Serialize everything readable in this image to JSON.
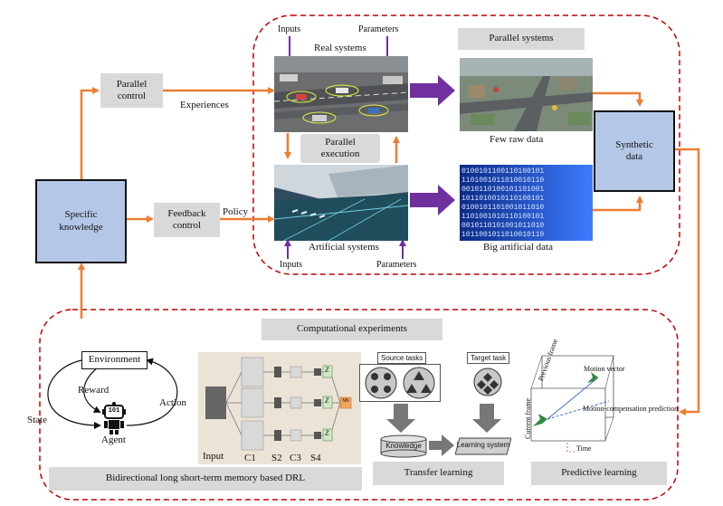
{
  "labels": {
    "parallel_control": "Parallel\ncontrol",
    "feedback_control": "Feedback\ncontrol",
    "specific_knowledge": "Specific\nknowledge",
    "experiences": "Experiences",
    "policy": "Policy",
    "inputs_top": "Inputs",
    "parameters_top": "Parameters",
    "real_systems": "Real systems",
    "parallel_systems": "Parallel systems",
    "parallel_execution": "Parallel\nexecution",
    "few_raw_data": "Few raw data",
    "synthetic_data": "Synthetic\ndata",
    "artificial_systems": "Artificial systems",
    "big_artificial_data": "Big artificial data",
    "inputs_bottom": "Inputs",
    "parameters_bottom": "Parameters",
    "computational_experiments": "Computational experiments",
    "environment": "Environment",
    "reward": "Reward",
    "action": "Action",
    "state": "State",
    "agent": "Agent",
    "robot_face": "101",
    "input": "Input",
    "c1": "C1",
    "s2": "S2",
    "c3": "C3",
    "s4": "S4",
    "z1": "Z",
    "z2": "Z",
    "z3": "Z",
    "nn": "NN",
    "source_tasks": "Source tasks",
    "target_task": "Target task",
    "knowledge": "Knowledge",
    "learning_system": "Learning system",
    "motion_vector": "Motion vector",
    "motion_compensation_prediction": "Motion-compensation prediction",
    "previous_frame": "Previous frame",
    "current_frame": "Current frame",
    "time": "Time",
    "bilstm_drl": "Bidirectional long short-term memory based DRL",
    "transfer_learning": "Transfer learning",
    "predictive_learning": "Predictive learning"
  },
  "colors": {
    "orange": "#ed7d31",
    "purple": "#7030a0",
    "dashed_red": "#c00000",
    "box_gray": "#d9d9d9",
    "box_blue": "#b4c7e7"
  }
}
